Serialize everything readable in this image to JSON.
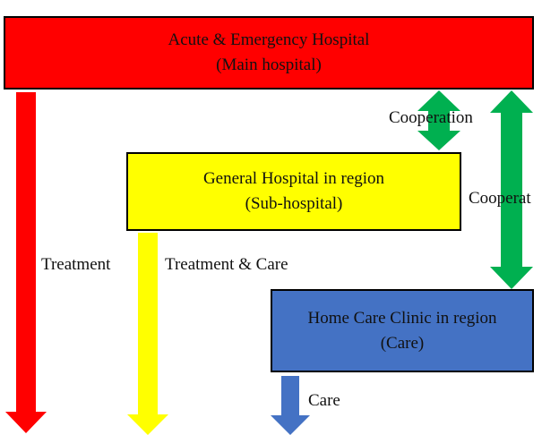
{
  "colors": {
    "red": "#ff0000",
    "yellow": "#ffff00",
    "blue": "#4472c4",
    "green": "#00b050"
  },
  "nodes": {
    "main": {
      "line1": "Acute & Emergency Hospital",
      "line2": "(Main hospital)"
    },
    "sub": {
      "line1": "General Hospital in region",
      "line2": "(Sub-hospital)"
    },
    "care": {
      "line1": "Home Care Clinic in region",
      "line2": "(Care)"
    }
  },
  "edges": {
    "cooperation_main_sub": "Cooperation",
    "cooperation_main_care": "Cooperat",
    "treatment": "Treatment",
    "treatment_care": "Treatment & Care",
    "care": "Care"
  }
}
